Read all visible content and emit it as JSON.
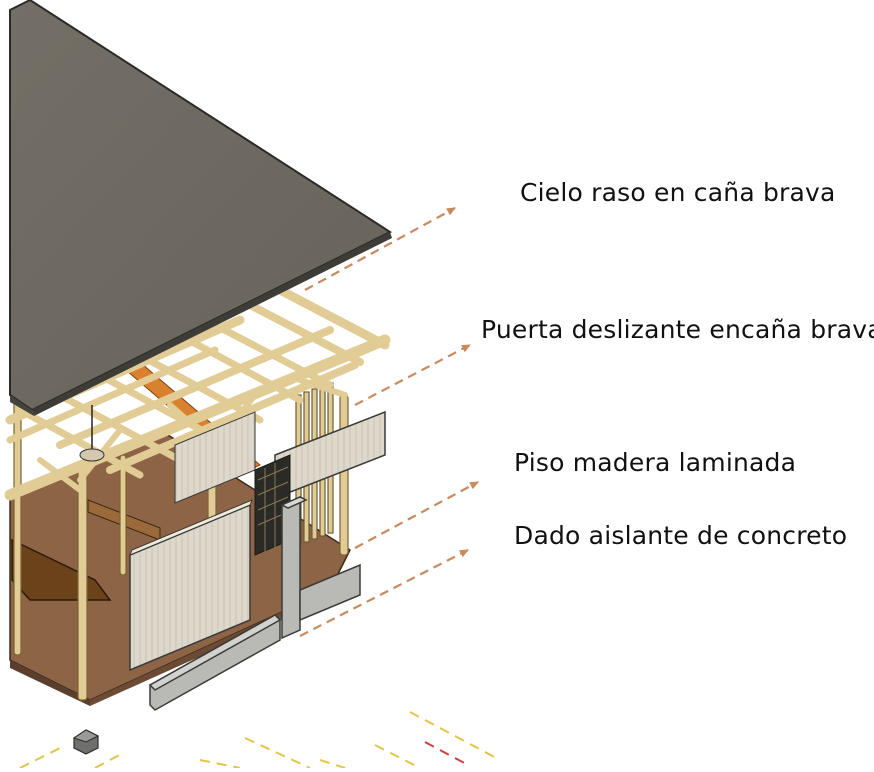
{
  "labels": [
    "Cielo raso en caña brava",
    "Puerta deslizante encaña brava",
    "Piso madera laminada",
    "Dado aislante de concreto"
  ],
  "colors": {
    "arrow": "#c98a5e",
    "roof": "#6e6a61",
    "roof_edge": "#2a2a28",
    "bamboo": "#e2cc95",
    "bamboo_stroke": "#7a6334",
    "floor": "#8e6446",
    "panel": "#ddd9cd",
    "concrete": "#b9b9b6",
    "grid_yellow": "#e2c54a",
    "grid_red": "#c8423d"
  }
}
